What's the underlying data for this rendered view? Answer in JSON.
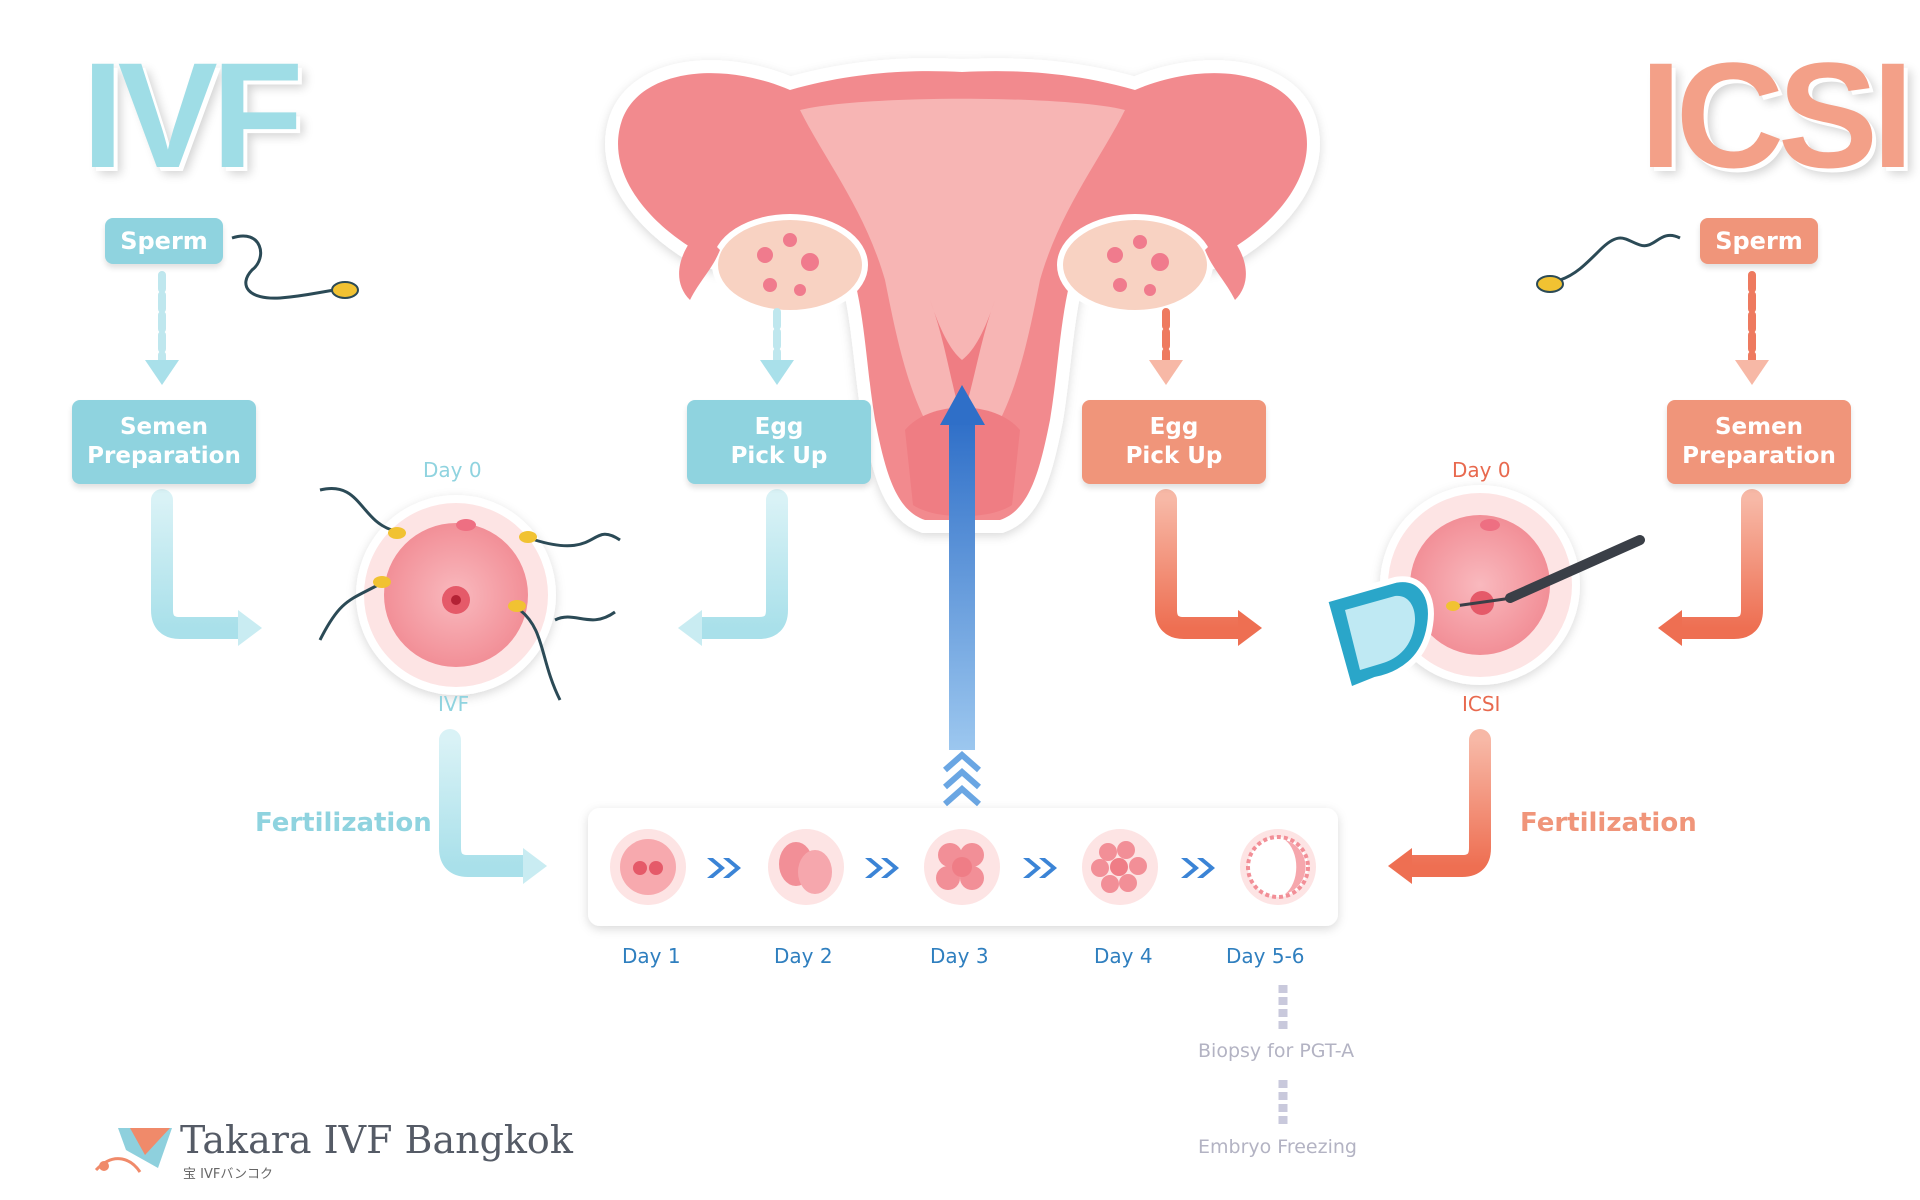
{
  "ivf": {
    "title": "IVF",
    "sperm_label": "Sperm",
    "semen_prep_line1": "Semen",
    "semen_prep_line2": "Preparation",
    "egg_pickup_line1": "Egg",
    "egg_pickup_line2": "Pick Up",
    "day_label": "Day 0",
    "method_label": "IVF",
    "fertilization_label": "Fertilization"
  },
  "icsi": {
    "title": "ICSI",
    "sperm_label": "Sperm",
    "semen_prep_line1": "Semen",
    "semen_prep_line2": "Preparation",
    "egg_pickup_line1": "Egg",
    "egg_pickup_line2": "Pick Up",
    "day_label": "Day 0",
    "method_label": "ICSI",
    "fertilization_label": "Fertilization"
  },
  "embryo_days": [
    "Day 1",
    "Day 2",
    "Day 3",
    "Day 4",
    "Day 5-6"
  ],
  "after_steps": [
    "Biopsy for PGT-A",
    "Embryo Freezing"
  ],
  "logo": {
    "name": "Takara IVF Bangkok",
    "subtitle": "宝 IVFバンコク"
  },
  "colors": {
    "ivf_teal": "#8fd3df",
    "ivf_title": "#9fdde6",
    "ivf_text": "#7fcbd8",
    "icsi_orange": "#f0957a",
    "icsi_title": "#f3a088",
    "icsi_dark": "#e8694e",
    "uterus_pink": "#f08a8f",
    "blue_arrow": "#3b84d6",
    "day_blue": "#2f7fbf",
    "grey_text": "#b3b3c3"
  }
}
